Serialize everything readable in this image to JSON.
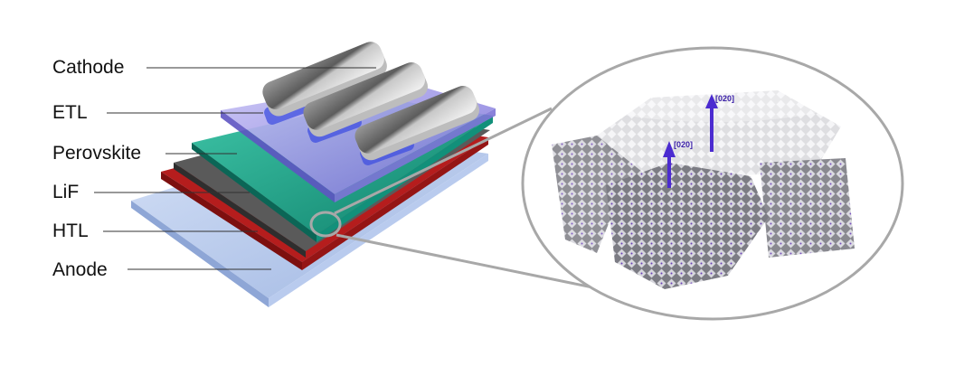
{
  "layers": [
    {
      "label": "Cathode",
      "color": "#8a8a8a"
    },
    {
      "label": "ETL",
      "color": "#8e86e0"
    },
    {
      "label": "Perovskite",
      "color": "#1fa088"
    },
    {
      "label": "LiF",
      "color": "#4a4a4a"
    },
    {
      "label": "HTL",
      "color": "#b01818"
    },
    {
      "label": "Anode",
      "color": "#a9bfe6"
    }
  ],
  "orientation_labels": [
    "[020]",
    "[020]"
  ],
  "colors": {
    "arrow": "#4b2bd0",
    "leader": "#333333",
    "zoom_outline": "#a8a8a8",
    "crystal": "#8d8d96"
  }
}
